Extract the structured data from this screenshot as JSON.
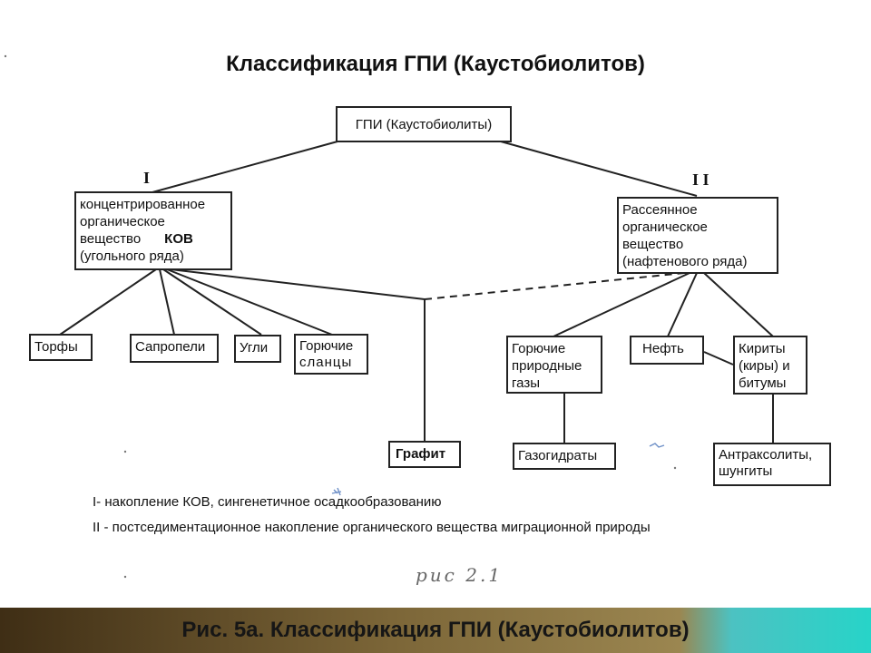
{
  "title": "Классификация ГПИ (Каустобиолитов)",
  "root": "ГПИ (Каустобиолиты)",
  "branch_markers": {
    "left": "I",
    "right": "I I"
  },
  "left_group": {
    "lines": [
      "концентрированное",
      "органическое",
      "вещество",
      "(угольного ряда)"
    ],
    "abbr": "КОВ"
  },
  "right_group": {
    "lines": [
      "Рассеянное",
      "органическое",
      "вещество",
      "(нафтенового ряда)"
    ]
  },
  "left_children": [
    {
      "lines": [
        "Торфы"
      ]
    },
    {
      "lines": [
        "Сапропели"
      ]
    },
    {
      "lines": [
        "Угли"
      ]
    },
    {
      "lines": [
        "Горючие",
        "сланцы"
      ]
    }
  ],
  "right_children": [
    {
      "lines": [
        "Горючие",
        "природные",
        "газы"
      ]
    },
    {
      "lines": [
        "Нефть"
      ]
    },
    {
      "lines": [
        "Кириты",
        "(киры) и",
        "битумы"
      ]
    }
  ],
  "shared_child": "Графит",
  "derived": {
    "gas_hydrates": "Газогидраты",
    "anthraxolites": [
      "Антраксолиты,",
      "шунгиты"
    ]
  },
  "notes": [
    "I- накопление КОВ, сингенетичное осадкообразованию",
    "II - постседиментационное накопление органического вещества миграционной природы"
  ],
  "handwritten_mark": "рис 2.1",
  "footer_caption": "Рис. 5а. Классификация ГПИ (Каустобиолитов)",
  "colors": {
    "line": "#222222",
    "footer_left": "#3f2e15",
    "footer_right": "#27d4c8"
  }
}
